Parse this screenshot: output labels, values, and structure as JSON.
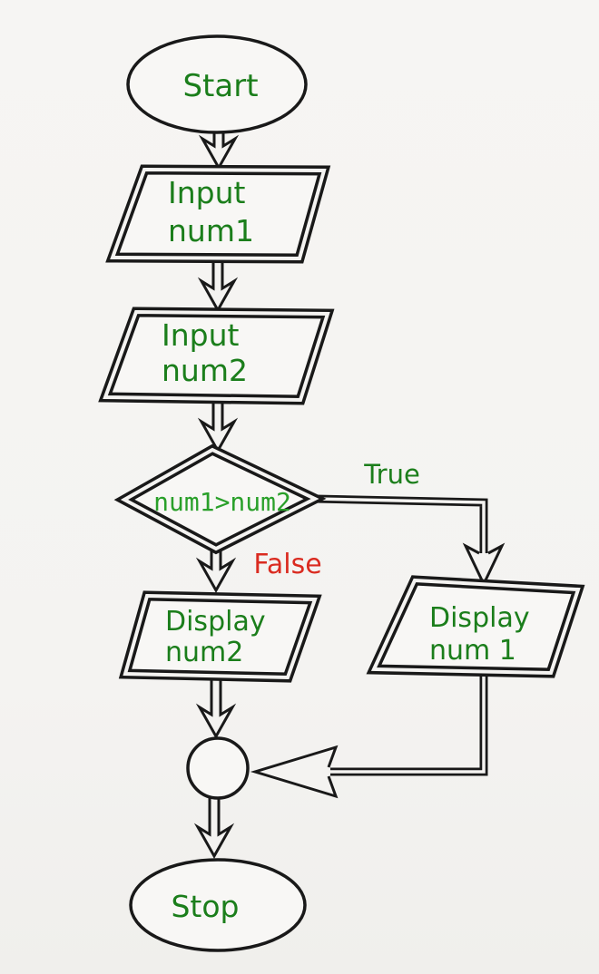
{
  "diagram": {
    "type": "flowchart",
    "colors": {
      "background": "#f4f3f1",
      "line_ink": "#191919",
      "label_green": "#1b7e1b",
      "condition_green": "#2aa02a",
      "false_red": "#da2b20"
    },
    "nodes": {
      "start": {
        "shape": "terminator-ellipse",
        "label": "Start"
      },
      "input_num1": {
        "shape": "io-parallelogram",
        "line1": "Input",
        "line2": "num1"
      },
      "input_num2": {
        "shape": "io-parallelogram",
        "line1": "Input",
        "line2": "num2"
      },
      "decision": {
        "shape": "decision-diamond",
        "label": "num1>num2"
      },
      "display_num2": {
        "shape": "io-parallelogram",
        "line1": "Display",
        "line2": "num2"
      },
      "display_num1": {
        "shape": "io-parallelogram",
        "line1": "Display",
        "line2": "num 1"
      },
      "connector": {
        "shape": "junction-circle"
      },
      "stop": {
        "shape": "terminator-ellipse",
        "label": "Stop"
      }
    },
    "edges": [
      {
        "from": "start",
        "to": "input_num1",
        "label": ""
      },
      {
        "from": "input_num1",
        "to": "input_num2",
        "label": ""
      },
      {
        "from": "input_num2",
        "to": "decision",
        "label": ""
      },
      {
        "from": "decision",
        "to": "display_num1",
        "label": "True",
        "label_color": "#1b7e1b"
      },
      {
        "from": "decision",
        "to": "display_num2",
        "label": "False",
        "label_color": "#da2b20"
      },
      {
        "from": "display_num2",
        "to": "connector",
        "label": ""
      },
      {
        "from": "display_num1",
        "to": "connector",
        "label": ""
      },
      {
        "from": "connector",
        "to": "stop",
        "label": ""
      }
    ]
  }
}
